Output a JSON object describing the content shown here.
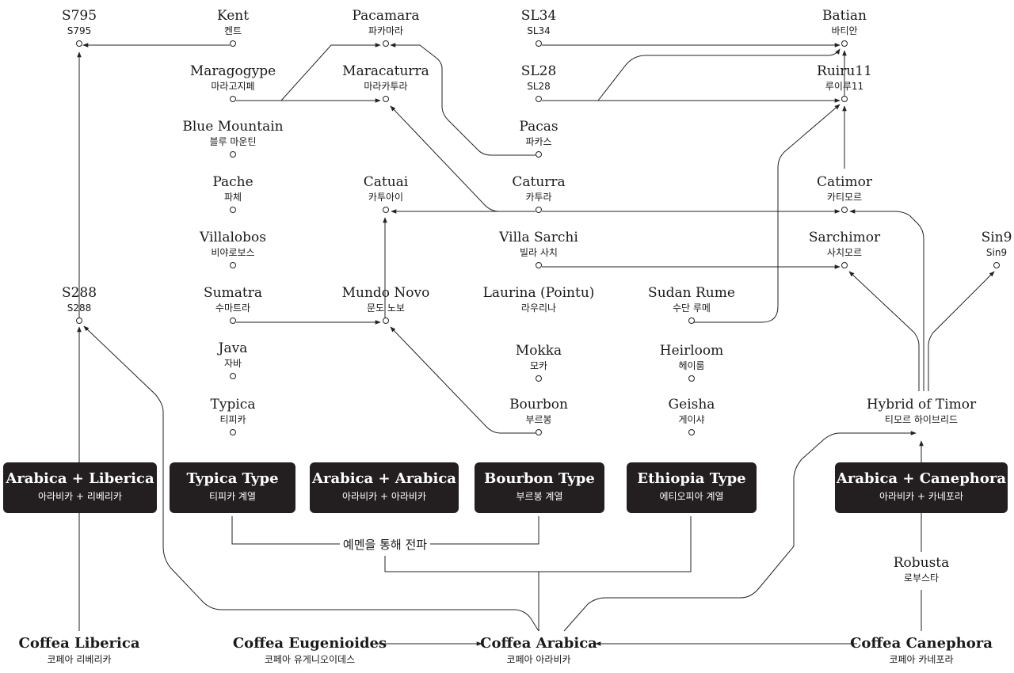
{
  "nodes": {
    "s795": {
      "en": "S795",
      "ko": "S795"
    },
    "kent": {
      "en": "Kent",
      "ko": "켄트"
    },
    "pacamara": {
      "en": "Pacamara",
      "ko": "파카마라"
    },
    "sl34": {
      "en": "SL34",
      "ko": "SL34"
    },
    "batian": {
      "en": "Batian",
      "ko": "바티안"
    },
    "maragogype": {
      "en": "Maragogype",
      "ko": "마라고지페"
    },
    "maracaturra": {
      "en": "Maracaturra",
      "ko": "마라카투라"
    },
    "sl28": {
      "en": "SL28",
      "ko": "SL28"
    },
    "ruiru11": {
      "en": "Ruiru11",
      "ko": "루이루11"
    },
    "blue_mountain": {
      "en": "Blue Mountain",
      "ko": "블루 마운틴"
    },
    "pacas": {
      "en": "Pacas",
      "ko": "파카스"
    },
    "pache": {
      "en": "Pache",
      "ko": "파체"
    },
    "catuai": {
      "en": "Catuai",
      "ko": "카투아이"
    },
    "caturra": {
      "en": "Caturra",
      "ko": "카투라"
    },
    "catimor": {
      "en": "Catimor",
      "ko": "카티모르"
    },
    "villalobos": {
      "en": "Villalobos",
      "ko": "비야로보스"
    },
    "villa_sarchi": {
      "en": "Villa Sarchi",
      "ko": "빌라 사치"
    },
    "sarchimor": {
      "en": "Sarchimor",
      "ko": "사치모르"
    },
    "sin9": {
      "en": "Sin9",
      "ko": "Sin9"
    },
    "s288": {
      "en": "S288",
      "ko": "S288"
    },
    "sumatra": {
      "en": "Sumatra",
      "ko": "수마트라"
    },
    "mundo_novo": {
      "en": "Mundo Novo",
      "ko": "문도 노보"
    },
    "laurina": {
      "en": "Laurina (Pointu)",
      "ko": "라우리나"
    },
    "sudan_rume": {
      "en": "Sudan Rume",
      "ko": "수단 루메"
    },
    "java": {
      "en": "Java",
      "ko": "자바"
    },
    "mokka": {
      "en": "Mokka",
      "ko": "모카"
    },
    "heirloom": {
      "en": "Heirloom",
      "ko": "헤이룸"
    },
    "typica": {
      "en": "Typica",
      "ko": "티피카"
    },
    "bourbon": {
      "en": "Bourbon",
      "ko": "부르봉"
    },
    "geisha": {
      "en": "Geisha",
      "ko": "게이샤"
    },
    "hybrid_timor": {
      "en": "Hybrid of Timor",
      "ko": "티모르 하이브리드"
    },
    "robusta": {
      "en": "Robusta",
      "ko": "로부스타"
    },
    "coffea_liberica": {
      "en": "Coffea Liberica",
      "ko": "코페아 리베리카"
    },
    "coffea_eugenioides": {
      "en": "Coffea Eugenioides",
      "ko": "코페아 유게니오이데스"
    },
    "coffea_arabica": {
      "en": "Coffea Arabica",
      "ko": "코페아 아라비카"
    },
    "coffea_canephora": {
      "en": "Coffea Canephora",
      "ko": "코페아 카네포라"
    }
  },
  "boxes": {
    "arabica_liberica": {
      "en": "Arabica + Liberica",
      "ko": "아라비카 + 리베리카"
    },
    "typica_type": {
      "en": "Typica Type",
      "ko": "티피카 계열"
    },
    "arabica_arabica": {
      "en": "Arabica + Arabica",
      "ko": "아라비카 + 아라비카"
    },
    "bourbon_type": {
      "en": "Bourbon Type",
      "ko": "부르봉 계열"
    },
    "ethiopia_type": {
      "en": "Ethiopia Type",
      "ko": "에티오피아 계열"
    },
    "arabica_canephora": {
      "en": "Arabica + Canephora",
      "ko": "아라비카 + 카네포라"
    }
  },
  "spread_label": "예멘을 통해 전파",
  "colors": {
    "line": "#222222",
    "box": "#231f20",
    "box_text": "#ffffff"
  }
}
